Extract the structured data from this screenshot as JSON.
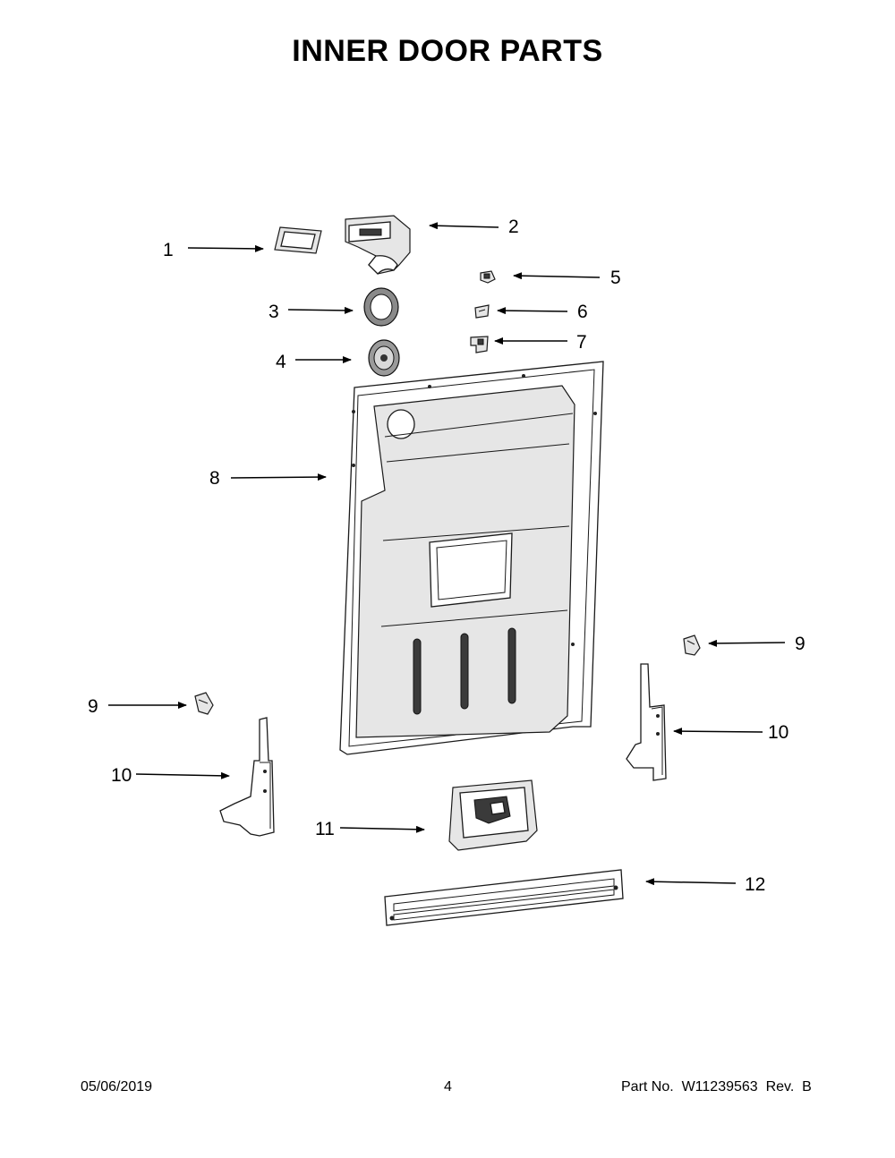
{
  "title": "INNER DOOR PARTS",
  "callouts": {
    "c1": "1",
    "c2": "2",
    "c3": "3",
    "c4": "4",
    "c5": "5",
    "c6": "6",
    "c7": "7",
    "c8": "8",
    "c9a": "9",
    "c9b": "9",
    "c10a": "10",
    "c10b": "10",
    "c11": "11",
    "c12": "12"
  },
  "footer": {
    "date": "05/06/2019",
    "page": "4",
    "part_no": "Part No.  W11239563  Rev.  B"
  }
}
